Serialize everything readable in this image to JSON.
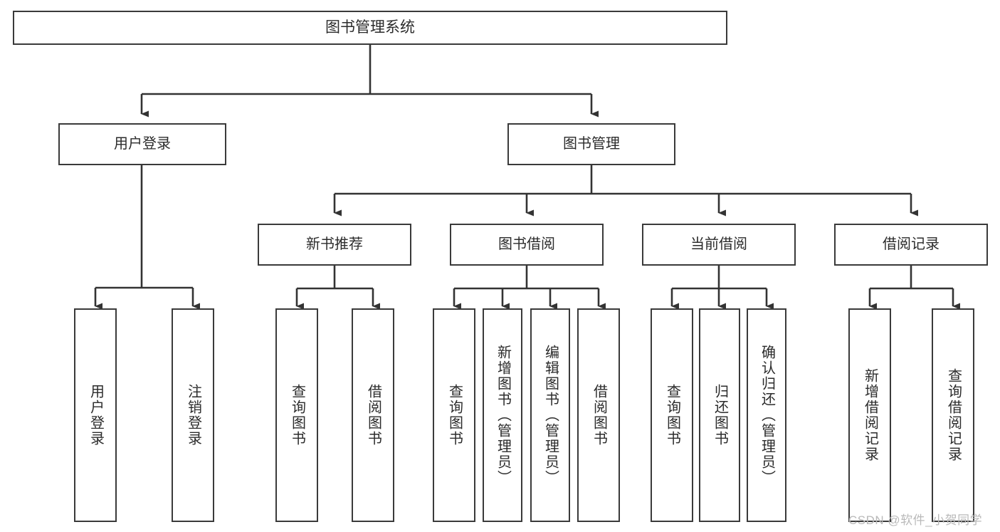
{
  "diagram": {
    "title": "图书管理系统",
    "type": "tree-hierarchy-chart",
    "colors": {
      "box_border": "#3a3a3a",
      "box_fill": "#ffffff",
      "edge": "#333333",
      "text": "#2b2b2b",
      "watermark": "#b9b9b9",
      "background": "#ffffff"
    },
    "root": {
      "label": "图书管理系统"
    },
    "level2": [
      {
        "label": "用户登录"
      },
      {
        "label": "图书管理"
      }
    ],
    "level3": [
      {
        "label": "新书推荐"
      },
      {
        "label": "图书借阅"
      },
      {
        "label": "当前借阅"
      },
      {
        "label": "借阅记录"
      }
    ],
    "leaves": {
      "user_login": [
        {
          "label": "用户登录"
        },
        {
          "label": "注销登录"
        }
      ],
      "new_book_recommend": [
        {
          "label": "查询图书"
        },
        {
          "label": "借阅图书"
        }
      ],
      "book_borrow": [
        {
          "label": "查询图书"
        },
        {
          "label": "新增图书（管理员）"
        },
        {
          "label": "编辑图书（管理员）"
        },
        {
          "label": "借阅图书"
        }
      ],
      "current_borrow": [
        {
          "label": "查询图书"
        },
        {
          "label": "归还图书"
        },
        {
          "label": "确认归还（管理员）"
        }
      ],
      "borrow_record": [
        {
          "label": "新增借阅记录"
        },
        {
          "label": "查询借阅记录"
        }
      ]
    }
  },
  "watermark": {
    "text": "CSDN @软件_小贺同学"
  }
}
